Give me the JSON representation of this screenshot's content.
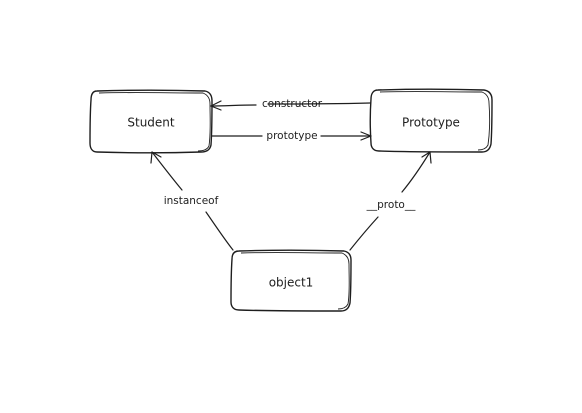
{
  "diagram": {
    "nodes": {
      "student": {
        "label": "Student"
      },
      "prototype": {
        "label": "Prototype"
      },
      "object1": {
        "label": "object1"
      }
    },
    "edges": {
      "constructor": {
        "label": "constructor"
      },
      "prototype": {
        "label": "prototype"
      },
      "instanceof": {
        "label": "instanceof"
      },
      "proto": {
        "label": "__proto__"
      }
    }
  }
}
